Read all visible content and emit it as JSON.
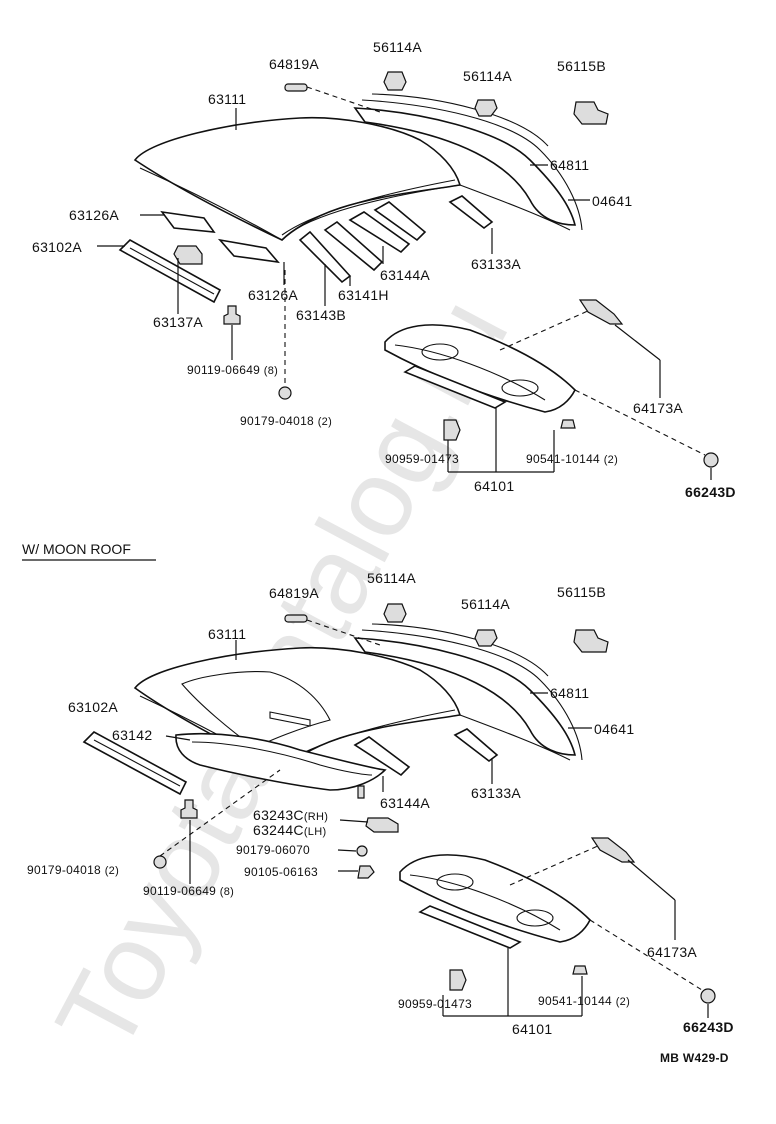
{
  "watermark": "ToyotaCatalog.ru",
  "section2_title": "W/ MOON ROOF",
  "figure_code": "MB W429-D",
  "top": {
    "p64819A": "64819A",
    "p56114A_1": "56114A",
    "p56114A_2": "56114A",
    "p56115B": "56115B",
    "p63111": "63111",
    "p64811": "64811",
    "p04641": "04641",
    "p63126A_1": "63126A",
    "p63102A": "63102A",
    "p63144A": "63144A",
    "p63133A": "63133A",
    "p63126A_2": "63126A",
    "p63141H": "63141H",
    "p63143B": "63143B",
    "p63137A": "63137A",
    "p90119": "90119-06649",
    "p90119_qty": "(8)",
    "p90179": "90179-04018",
    "p90179_qty": "(2)",
    "p64173A": "64173A",
    "p90959": "90959-01473",
    "p90541": "90541-10144",
    "p90541_qty": "(2)",
    "p64101": "64101",
    "p66243D": "66243D"
  },
  "bottom": {
    "p64819A": "64819A",
    "p56114A_1": "56114A",
    "p56114A_2": "56114A",
    "p56115B": "56115B",
    "p63111": "63111",
    "p64811": "64811",
    "p63102A": "63102A",
    "p04641": "04641",
    "p63142": "63142",
    "p63144A": "63144A",
    "p63133A": "63133A",
    "p63243C": "63243C",
    "p63243C_side": "(RH)",
    "p63244C": "63244C",
    "p63244C_side": "(LH)",
    "p90179_06070": "90179-06070",
    "p90179_04018": "90179-04018",
    "p90179_04018_qty": "(2)",
    "p90105": "90105-06163",
    "p90119": "90119-06649",
    "p90119_qty": "(8)",
    "p64173A": "64173A",
    "p90959": "90959-01473",
    "p90541": "90541-10144",
    "p90541_qty": "(2)",
    "p64101": "64101",
    "p66243D": "66243D"
  }
}
